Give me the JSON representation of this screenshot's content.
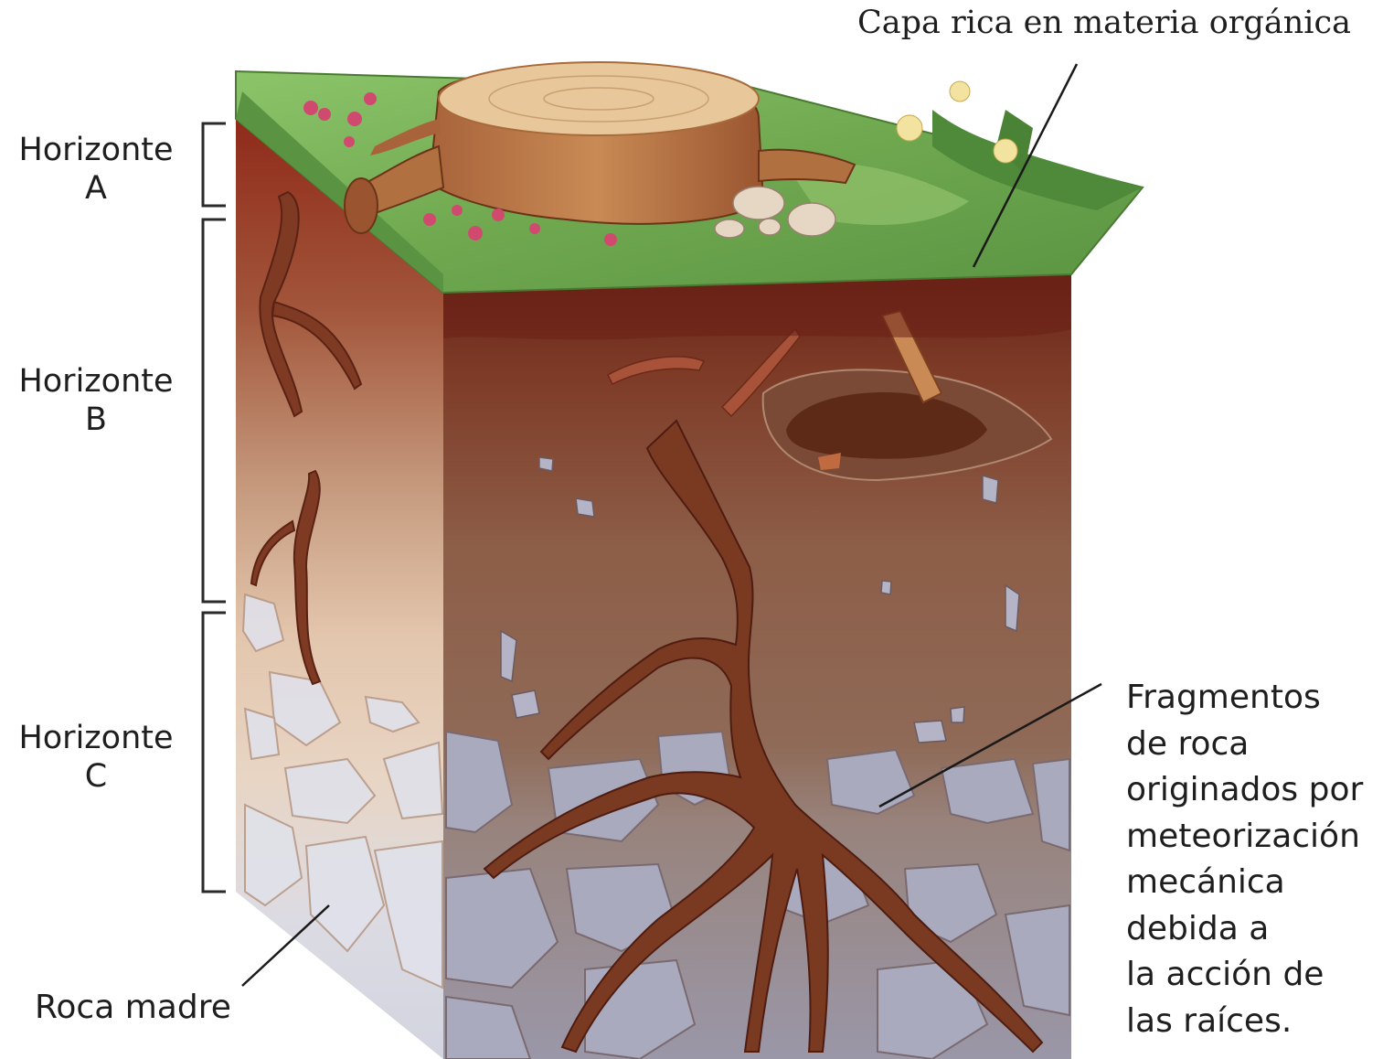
{
  "labels": {
    "horizon_a": [
      "Horizonte",
      "A"
    ],
    "horizon_b": [
      "Horizonte",
      "B"
    ],
    "horizon_c": [
      "Horizonte",
      "C"
    ],
    "organic_layer": "Capa rica en materia orgánica",
    "bedrock": "Roca madre",
    "rock_fragments": [
      "Fragmentos",
      "de roca",
      "originados por",
      "meteorización",
      "mecánica",
      "debida a",
      "la acción de",
      "las raíces."
    ]
  },
  "colors": {
    "grass": "#6fa84f",
    "topsoil": "#7b2a1c",
    "subsoil": "#9c7058",
    "rock": "#b9b9c8",
    "root": "#7a3a22",
    "stump": "#c98a55",
    "mushroom": "#e6d6c4",
    "flower": "#d04a70"
  }
}
